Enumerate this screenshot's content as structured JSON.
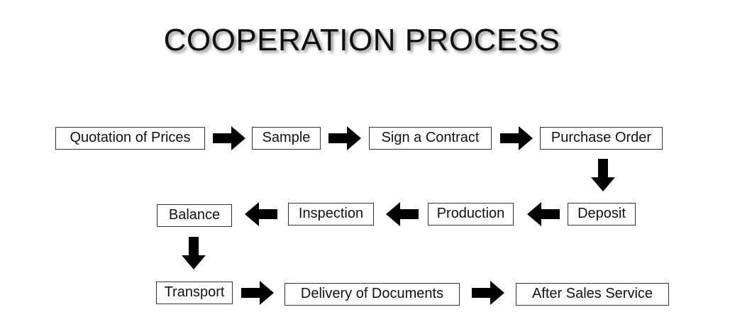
{
  "title": "COOPERATION PROCESS",
  "steps": [
    "Quotation of Prices",
    "Sample",
    "Sign a Contract",
    "Purchase Order",
    "Deposit",
    "Production",
    "Inspection",
    "Balance",
    "Transport",
    "Delivery of Documents",
    "After Sales Service"
  ],
  "colors": {
    "text": "#111111",
    "border": "#333333",
    "arrow": "#000000"
  }
}
